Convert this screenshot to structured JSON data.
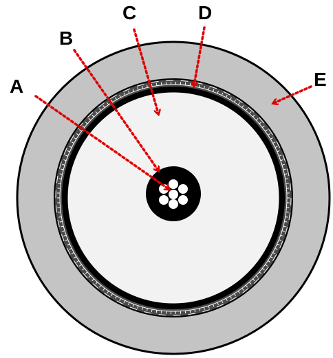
{
  "labels": {
    "a": "A",
    "b": "B",
    "c": "C",
    "d": "D",
    "e": "E"
  },
  "colors": {
    "outer_jacket": "#c4c4c4",
    "shield_band": "#4a4a4a",
    "shield_wires": "#ffffff",
    "conductor_ring": "#000000",
    "dielectric": "#f2f2f2",
    "core_bundle": "#000000",
    "core_strands": "#ffffff",
    "arrow": "#e00000",
    "outline": "#000000"
  }
}
